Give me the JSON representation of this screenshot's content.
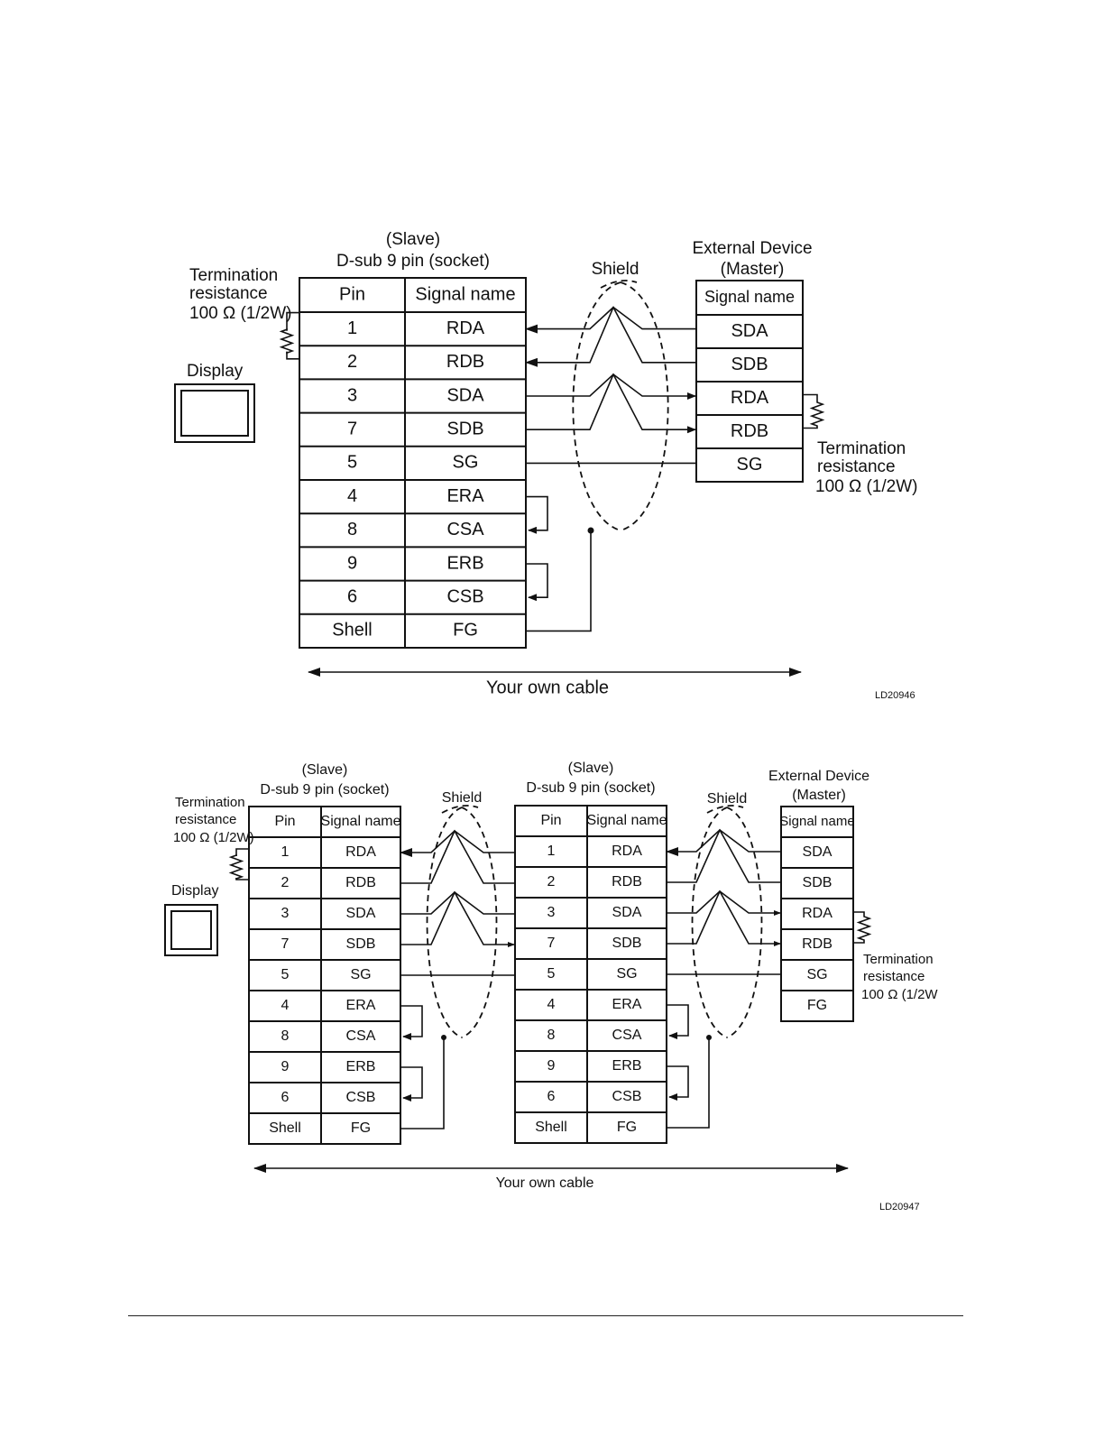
{
  "diagram1": {
    "slave_title": "(Slave)",
    "slave_connector": "D-sub 9 pin (socket)",
    "term_left": [
      "Termination",
      "resistance",
      "100 Ω (1/2W)"
    ],
    "display_label": "Display",
    "shield_label": "Shield",
    "ext_title": "External Device",
    "ext_role": "(Master)",
    "table_header": [
      "Pin",
      "Signal name"
    ],
    "rows": [
      {
        "pin": "1",
        "signal": "RDA"
      },
      {
        "pin": "2",
        "signal": "RDB"
      },
      {
        "pin": "3",
        "signal": "SDA"
      },
      {
        "pin": "7",
        "signal": "SDB"
      },
      {
        "pin": "5",
        "signal": "SG"
      },
      {
        "pin": "4",
        "signal": "ERA"
      },
      {
        "pin": "8",
        "signal": "CSA"
      },
      {
        "pin": "9",
        "signal": "ERB"
      },
      {
        "pin": "6",
        "signal": "CSB"
      },
      {
        "pin": "Shell",
        "signal": "FG"
      }
    ],
    "ext_header": "Signal name",
    "ext_rows": [
      "SDA",
      "SDB",
      "RDA",
      "RDB",
      "SG"
    ],
    "term_right": [
      "Termination",
      "resistance",
      "100 Ω (1/2W)"
    ],
    "cable_label": "Your own cable",
    "figure_id": "LD20946"
  },
  "diagram2": {
    "slave_title": "(Slave)",
    "slave_connector": "D-sub 9 pin (socket)",
    "term_left": [
      "Termination",
      "resistance",
      "100 Ω (1/2W)"
    ],
    "display_label": "Display",
    "shield_label": "Shield",
    "ext_title": "External Device",
    "ext_role": "(Master)",
    "table_header": [
      "Pin",
      "Signal name"
    ],
    "rows": [
      {
        "pin": "1",
        "signal": "RDA"
      },
      {
        "pin": "2",
        "signal": "RDB"
      },
      {
        "pin": "3",
        "signal": "SDA"
      },
      {
        "pin": "7",
        "signal": "SDB"
      },
      {
        "pin": "5",
        "signal": "SG"
      },
      {
        "pin": "4",
        "signal": "ERA"
      },
      {
        "pin": "8",
        "signal": "CSA"
      },
      {
        "pin": "9",
        "signal": "ERB"
      },
      {
        "pin": "6",
        "signal": "CSB"
      },
      {
        "pin": "Shell",
        "signal": "FG"
      }
    ],
    "ext_header": "Signal name",
    "ext_rows": [
      "SDA",
      "SDB",
      "RDA",
      "RDB",
      "SG",
      "FG"
    ],
    "term_right": [
      "Termination",
      "resistance",
      "100 Ω (1/2W"
    ],
    "cable_label": "Your own cable",
    "figure_id": "LD20947"
  }
}
